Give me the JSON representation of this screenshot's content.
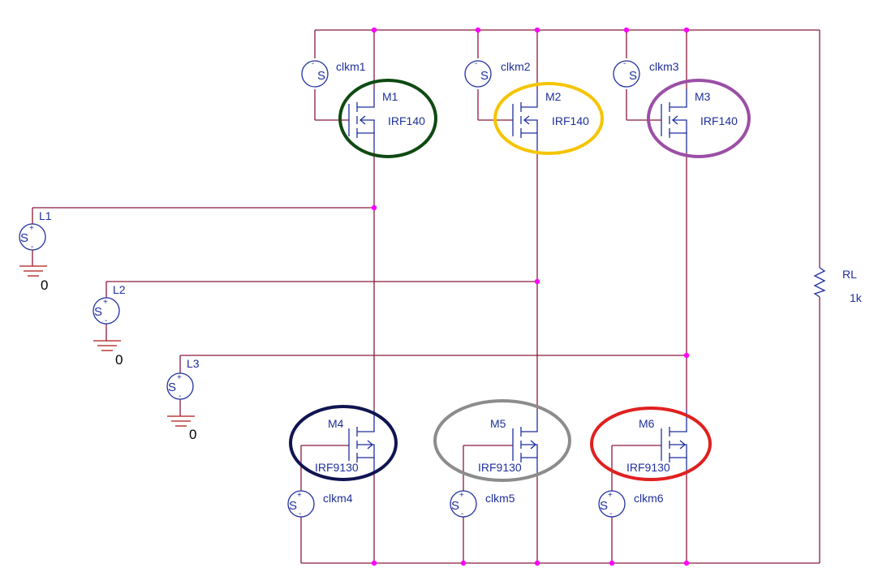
{
  "colors": {
    "wire": "#8b1a3a",
    "device": "#1f2fa0",
    "node": "#ff00ff",
    "ground": "#b01818",
    "ring_m1": "#0f4a12",
    "ring_m2": "#f5c400",
    "ring_m3": "#9b4fa6",
    "ring_m4": "#101450",
    "ring_m5": "#8c8c8c",
    "ring_m6": "#e02020"
  },
  "transistors": {
    "m1": {
      "name": "M1",
      "model": "IRF140"
    },
    "m2": {
      "name": "M2",
      "model": "IRF140"
    },
    "m3": {
      "name": "M3",
      "model": "IRF140"
    },
    "m4": {
      "name": "M4",
      "model": "IRF9130"
    },
    "m5": {
      "name": "M5",
      "model": "IRF9130"
    },
    "m6": {
      "name": "M6",
      "model": "IRF9130"
    }
  },
  "gate_sources": {
    "clkm1": "clkm1",
    "clkm2": "clkm2",
    "clkm3": "clkm3",
    "clkm4": "clkm4",
    "clkm5": "clkm5",
    "clkm6": "clkm6"
  },
  "source_glyph": "S",
  "plus": "+",
  "minus": "-",
  "line_sources": {
    "l1": "L1",
    "l2": "L2",
    "l3": "L3"
  },
  "ground_label": "0",
  "load": {
    "name": "RL",
    "value": "1k"
  }
}
